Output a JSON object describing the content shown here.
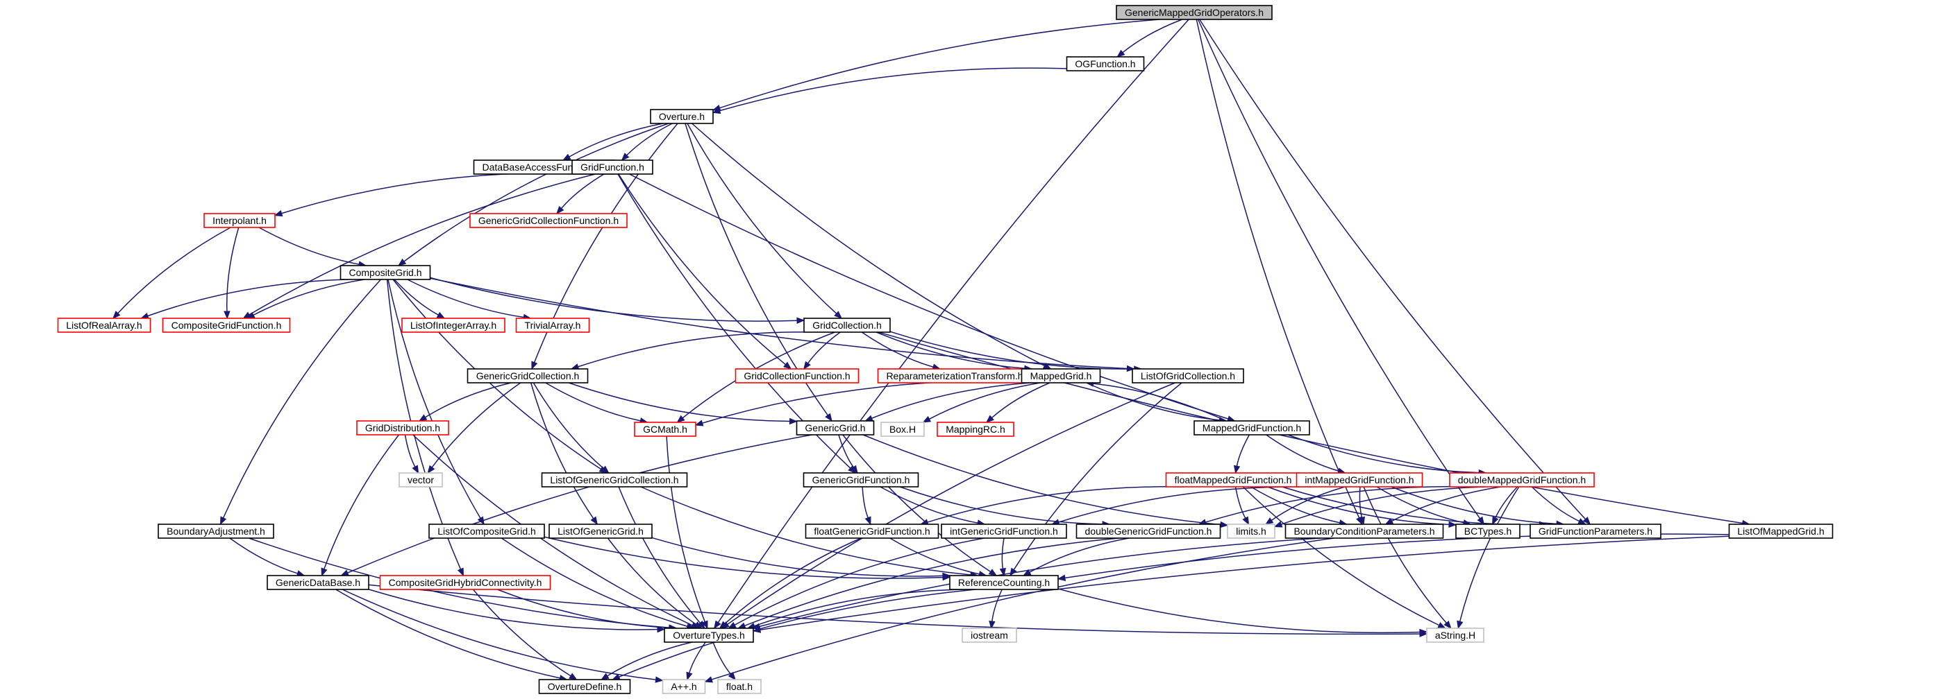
{
  "colors": {
    "edge": "#191970",
    "root_fill": "#bfbfbf",
    "root_border": "#000000",
    "solid_border": "#000000",
    "incomplete_border": "#ff0000",
    "external_border": "#bfbfbf",
    "background": "#ffffff"
  },
  "legend_note": "",
  "nodes": [
    {
      "id": "GMGO",
      "label": "GenericMappedGridOperators.h",
      "kind": "root"
    },
    {
      "id": "OGF",
      "label": "OGFunction.h",
      "kind": "solid"
    },
    {
      "id": "OV",
      "label": "Overture.h",
      "kind": "solid"
    },
    {
      "id": "DBAF",
      "label": "DataBaseAccessFunctions.h",
      "kind": "solid"
    },
    {
      "id": "GF",
      "label": "GridFunction.h",
      "kind": "solid"
    },
    {
      "id": "INTERP",
      "label": "Interpolant.h",
      "kind": "incomplete"
    },
    {
      "id": "GGCF",
      "label": "GenericGridCollectionFunction.h",
      "kind": "incomplete"
    },
    {
      "id": "CG",
      "label": "CompositeGrid.h",
      "kind": "solid"
    },
    {
      "id": "LORA",
      "label": "ListOfRealArray.h",
      "kind": "incomplete"
    },
    {
      "id": "CGF",
      "label": "CompositeGridFunction.h",
      "kind": "incomplete"
    },
    {
      "id": "LOIA",
      "label": "ListOfIntegerArray.h",
      "kind": "incomplete"
    },
    {
      "id": "TA",
      "label": "TrivialArray.h",
      "kind": "incomplete"
    },
    {
      "id": "GC",
      "label": "GridCollection.h",
      "kind": "solid"
    },
    {
      "id": "GGC",
      "label": "GenericGridCollection.h",
      "kind": "solid"
    },
    {
      "id": "GCF",
      "label": "GridCollectionFunction.h",
      "kind": "incomplete"
    },
    {
      "id": "RT",
      "label": "ReparameterizationTransform.h",
      "kind": "incomplete"
    },
    {
      "id": "MG",
      "label": "MappedGrid.h",
      "kind": "solid"
    },
    {
      "id": "LOGC",
      "label": "ListOfGridCollection.h",
      "kind": "solid"
    },
    {
      "id": "GD",
      "label": "GridDistribution.h",
      "kind": "incomplete"
    },
    {
      "id": "GCM",
      "label": "GCMath.h",
      "kind": "incomplete"
    },
    {
      "id": "GG",
      "label": "GenericGrid.h",
      "kind": "solid"
    },
    {
      "id": "BOXH",
      "label": "Box.H",
      "kind": "external"
    },
    {
      "id": "MRC",
      "label": "MappingRC.h",
      "kind": "incomplete"
    },
    {
      "id": "MGF",
      "label": "MappedGridFunction.h",
      "kind": "solid"
    },
    {
      "id": "VEC",
      "label": "vector",
      "kind": "external"
    },
    {
      "id": "LOGGC",
      "label": "ListOfGenericGridCollection.h",
      "kind": "solid"
    },
    {
      "id": "GGF",
      "label": "GenericGridFunction.h",
      "kind": "solid"
    },
    {
      "id": "FMGF",
      "label": "floatMappedGridFunction.h",
      "kind": "incomplete"
    },
    {
      "id": "IMGF",
      "label": "intMappedGridFunction.h",
      "kind": "incomplete"
    },
    {
      "id": "DMGF",
      "label": "doubleMappedGridFunction.h",
      "kind": "incomplete"
    },
    {
      "id": "BA",
      "label": "BoundaryAdjustment.h",
      "kind": "solid"
    },
    {
      "id": "LOCG",
      "label": "ListOfCompositeGrid.h",
      "kind": "solid"
    },
    {
      "id": "LOGG",
      "label": "ListOfGenericGrid.h",
      "kind": "solid"
    },
    {
      "id": "FGGF",
      "label": "floatGenericGridFunction.h",
      "kind": "solid"
    },
    {
      "id": "IGGF",
      "label": "intGenericGridFunction.h",
      "kind": "solid"
    },
    {
      "id": "DGGF",
      "label": "doubleGenericGridFunction.h",
      "kind": "solid"
    },
    {
      "id": "LIM",
      "label": "limits.h",
      "kind": "external"
    },
    {
      "id": "BCP",
      "label": "BoundaryConditionParameters.h",
      "kind": "solid"
    },
    {
      "id": "BCT",
      "label": "BCTypes.h",
      "kind": "solid"
    },
    {
      "id": "GFP",
      "label": "GridFunctionParameters.h",
      "kind": "solid"
    },
    {
      "id": "LOMG",
      "label": "ListOfMappedGrid.h",
      "kind": "solid"
    },
    {
      "id": "GDB",
      "label": "GenericDataBase.h",
      "kind": "solid"
    },
    {
      "id": "CGHC",
      "label": "CompositeGridHybridConnectivity.h",
      "kind": "incomplete"
    },
    {
      "id": "RC",
      "label": "ReferenceCounting.h",
      "kind": "solid"
    },
    {
      "id": "OT",
      "label": "OvertureTypes.h",
      "kind": "solid"
    },
    {
      "id": "IOS",
      "label": "iostream",
      "kind": "external"
    },
    {
      "id": "ASTR",
      "label": "aString.H",
      "kind": "external"
    },
    {
      "id": "OD",
      "label": "OvertureDefine.h",
      "kind": "solid"
    },
    {
      "id": "APP",
      "label": "A++.h",
      "kind": "external"
    },
    {
      "id": "FLT",
      "label": "float.h",
      "kind": "external"
    }
  ],
  "edges": [
    [
      "GMGO",
      "OGF"
    ],
    [
      "GMGO",
      "OV"
    ],
    [
      "GMGO",
      "OT"
    ],
    [
      "GMGO",
      "BCP"
    ],
    [
      "GMGO",
      "BCT"
    ],
    [
      "GMGO",
      "GFP"
    ],
    [
      "OGF",
      "OV"
    ],
    [
      "OV",
      "DBAF"
    ],
    [
      "OV",
      "GF"
    ],
    [
      "OV",
      "CG"
    ],
    [
      "OV",
      "GC"
    ],
    [
      "OV",
      "GGC"
    ],
    [
      "OV",
      "GG"
    ],
    [
      "OV",
      "MG"
    ],
    [
      "GF",
      "INTERP"
    ],
    [
      "GF",
      "GGCF"
    ],
    [
      "GF",
      "CGF"
    ],
    [
      "GF",
      "GCF"
    ],
    [
      "GF",
      "MGF"
    ],
    [
      "GF",
      "GGF"
    ],
    [
      "INTERP",
      "CG"
    ],
    [
      "INTERP",
      "LORA"
    ],
    [
      "INTERP",
      "CGF"
    ],
    [
      "CG",
      "LORA"
    ],
    [
      "CG",
      "CGF"
    ],
    [
      "CG",
      "LOIA"
    ],
    [
      "CG",
      "TA"
    ],
    [
      "CG",
      "GC"
    ],
    [
      "CG",
      "LOGC"
    ],
    [
      "CG",
      "BA"
    ],
    [
      "CG",
      "CGHC"
    ],
    [
      "CG",
      "LOCG"
    ],
    [
      "CG",
      "LOGGC"
    ],
    [
      "GC",
      "GGC"
    ],
    [
      "GC",
      "GCF"
    ],
    [
      "GC",
      "RT"
    ],
    [
      "GC",
      "MG"
    ],
    [
      "GC",
      "LOGC"
    ],
    [
      "GC",
      "GCM"
    ],
    [
      "GC",
      "LOMG"
    ],
    [
      "GGC",
      "GD"
    ],
    [
      "GGC",
      "GCM"
    ],
    [
      "GGC",
      "GG"
    ],
    [
      "GGC",
      "VEC"
    ],
    [
      "GGC",
      "LOGGC"
    ],
    [
      "GGC",
      "LOGG"
    ],
    [
      "MG",
      "GCM"
    ],
    [
      "MG",
      "GG"
    ],
    [
      "MG",
      "BOXH"
    ],
    [
      "MG",
      "MRC"
    ],
    [
      "MG",
      "MGF"
    ],
    [
      "MGF",
      "MG"
    ],
    [
      "MGF",
      "FMGF"
    ],
    [
      "MGF",
      "IMGF"
    ],
    [
      "MGF",
      "DMGF"
    ],
    [
      "LOGC",
      "OT"
    ],
    [
      "LOGC",
      "RC"
    ],
    [
      "GD",
      "VEC"
    ],
    [
      "GD",
      "GDB"
    ],
    [
      "GD",
      "OT"
    ],
    [
      "GCM",
      "OT"
    ],
    [
      "GG",
      "GGF"
    ],
    [
      "GG",
      "GDB"
    ],
    [
      "GG",
      "LIM"
    ],
    [
      "GG",
      "RC"
    ],
    [
      "GGF",
      "FGGF"
    ],
    [
      "GGF",
      "IGGF"
    ],
    [
      "GGF",
      "DGGF"
    ],
    [
      "FMGF",
      "FGGF"
    ],
    [
      "FMGF",
      "LIM"
    ],
    [
      "FMGF",
      "BCP"
    ],
    [
      "FMGF",
      "BCT"
    ],
    [
      "FMGF",
      "GFP"
    ],
    [
      "FMGF",
      "ASTR"
    ],
    [
      "IMGF",
      "IGGF"
    ],
    [
      "IMGF",
      "LIM"
    ],
    [
      "IMGF",
      "BCP"
    ],
    [
      "IMGF",
      "BCT"
    ],
    [
      "IMGF",
      "GFP"
    ],
    [
      "IMGF",
      "ASTR"
    ],
    [
      "DMGF",
      "DGGF"
    ],
    [
      "DMGF",
      "LIM"
    ],
    [
      "DMGF",
      "BCP"
    ],
    [
      "DMGF",
      "BCT"
    ],
    [
      "DMGF",
      "GFP"
    ],
    [
      "DMGF",
      "ASTR"
    ],
    [
      "LOGGC",
      "OT"
    ],
    [
      "LOGGC",
      "RC"
    ],
    [
      "BA",
      "GDB"
    ],
    [
      "BA",
      "OT"
    ],
    [
      "LOCG",
      "OT"
    ],
    [
      "LOCG",
      "RC"
    ],
    [
      "LOGG",
      "OT"
    ],
    [
      "LOGG",
      "RC"
    ],
    [
      "FGGF",
      "RC"
    ],
    [
      "FGGF",
      "OT"
    ],
    [
      "IGGF",
      "RC"
    ],
    [
      "IGGF",
      "OT"
    ],
    [
      "DGGF",
      "RC"
    ],
    [
      "DGGF",
      "OT"
    ],
    [
      "BCP",
      "OT"
    ],
    [
      "BCP",
      "APP"
    ],
    [
      "LOMG",
      "OT"
    ],
    [
      "LOMG",
      "RC"
    ],
    [
      "GDB",
      "OT"
    ],
    [
      "GDB",
      "OD"
    ],
    [
      "GDB",
      "APP"
    ],
    [
      "GDB",
      "ASTR"
    ],
    [
      "CGHC",
      "OT"
    ],
    [
      "CGHC",
      "OD"
    ],
    [
      "RC",
      "OT"
    ],
    [
      "RC",
      "IOS"
    ],
    [
      "RC",
      "ASTR"
    ],
    [
      "RC",
      "OD"
    ],
    [
      "OT",
      "OD"
    ],
    [
      "OT",
      "APP"
    ],
    [
      "OT",
      "FLT"
    ]
  ]
}
